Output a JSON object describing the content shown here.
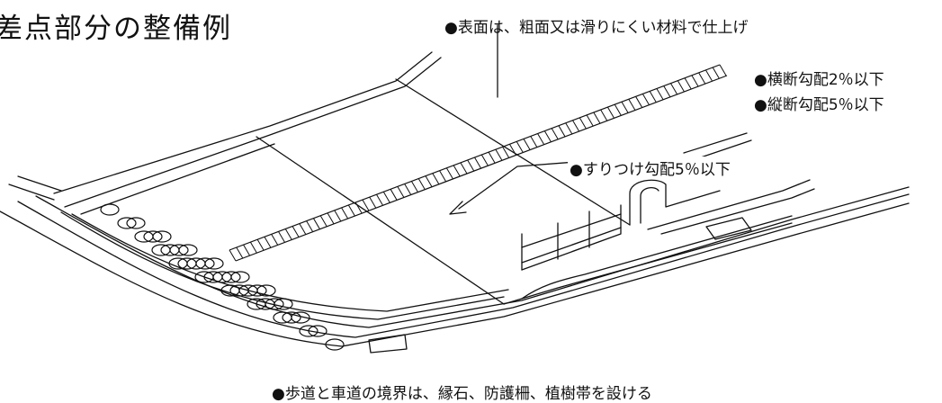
{
  "title": "差点部分の整備例",
  "notes": {
    "surface": "●表面は、粗面又は滑りにくい材料で仕上げ",
    "cross_slope": "●横断勾配2％以下",
    "longitudinal_slope": "●縦断勾配5％以下",
    "ramp_slope": "●すりつけ勾配5％以下",
    "boundary": "●歩道と車道の境界は、縁石、防護柵、植樹帯を設ける"
  }
}
